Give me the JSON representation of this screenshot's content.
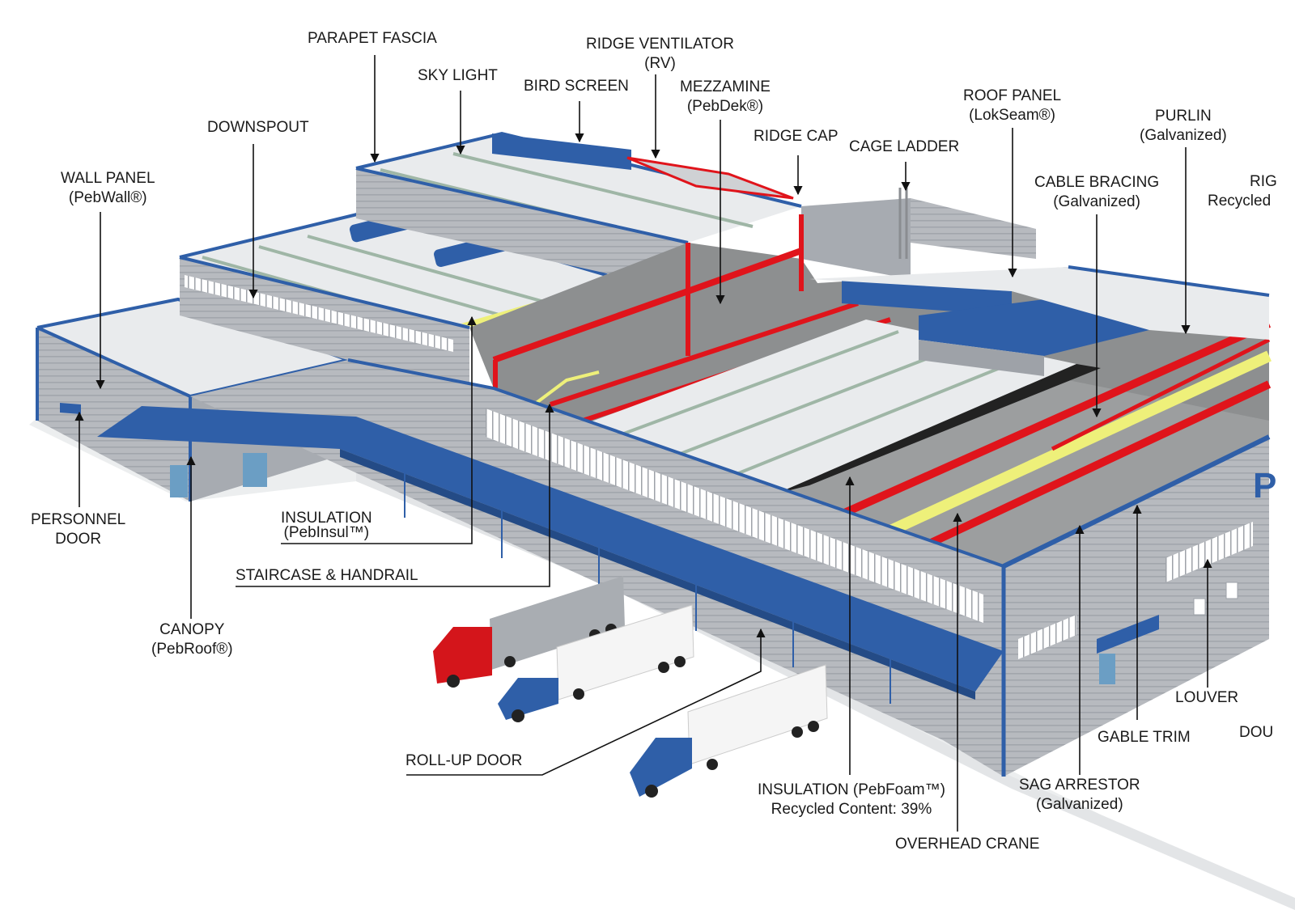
{
  "colors": {
    "wall": "#b9bcc1",
    "wall_dark": "#9ea2a8",
    "roof": "#e9ebed",
    "frame_blue": "#2f5fa8",
    "steel_red": "#e0141b",
    "insulation_yellow": "#eef07a",
    "floor": "#8d8f90",
    "ground": "#eceeef",
    "leader": "#111111"
  },
  "labels": {
    "parapet_fascia": "PARAPET FASCIA",
    "sky_light": "SKY LIGHT",
    "ridge_ventilator_1": "RIDGE VENTILATOR",
    "ridge_ventilator_2": "(RV)",
    "bird_screen": "BIRD SCREEN",
    "mezzamine_1": "MEZZAMINE",
    "mezzamine_2": "(PebDek®)",
    "downspout": "DOWNSPOUT",
    "ridge_cap": "RIDGE CAP",
    "cage_ladder": "CAGE LADDER",
    "roof_panel_1": "ROOF PANEL",
    "roof_panel_2": "(LokSeam®)",
    "purlin_1": "PURLIN",
    "purlin_2": "(Galvanized)",
    "wall_panel_1": "WALL PANEL",
    "wall_panel_2": "(PebWall®)",
    "cable_bracing_1": "CABLE BRACING",
    "cable_bracing_2": "(Galvanized)",
    "cut_right_1": "RIG",
    "cut_right_2": "Recycled",
    "personnel_door_1": "PERSONNEL",
    "personnel_door_2": "DOOR",
    "insulation_pebinsul_1": "INSULATION",
    "insulation_pebinsul_2": "(PebInsul™)",
    "staircase": "STAIRCASE & HANDRAIL",
    "canopy_1": "CANOPY",
    "canopy_2": "(PebRoof®)",
    "roll_up_door": "ROLL-UP DOOR",
    "insulation_pebfoam_1": "INSULATION (PebFoam™)",
    "insulation_pebfoam_2": "Recycled Content: 39%",
    "overhead_crane": "OVERHEAD CRANE",
    "sag_arrestor_1": "SAG ARRESTOR",
    "sag_arrestor_2": "(Galvanized)",
    "gable_trim": "GABLE TRIM",
    "louver": "LOUVER",
    "cut_dou": "DOU",
    "wall_logo": "P"
  }
}
